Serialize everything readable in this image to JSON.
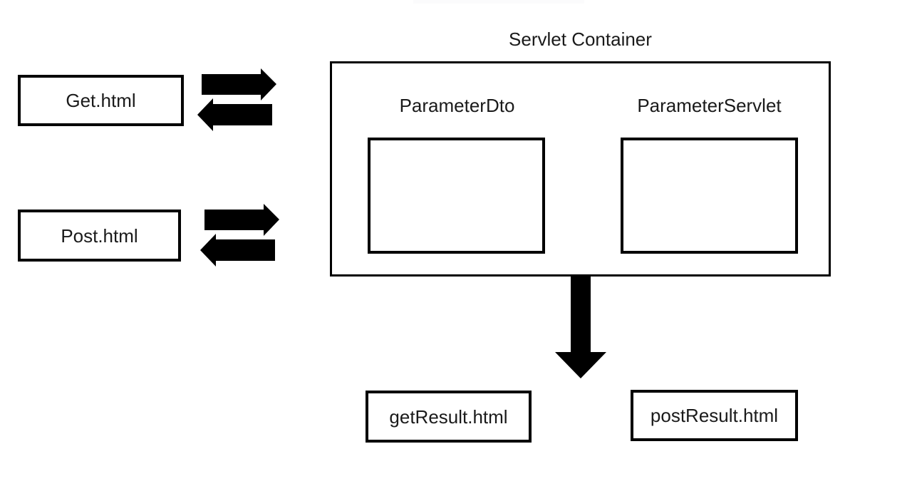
{
  "diagram": {
    "title": "Servlet Container",
    "background_color": "#ffffff",
    "stroke_color": "#000000",
    "text_color": "#1a1a1a",
    "client_pages": [
      {
        "id": "get-html",
        "label": "Get.html"
      },
      {
        "id": "post-html",
        "label": "Post.html"
      }
    ],
    "container": {
      "label": "Servlet Container",
      "components": [
        {
          "id": "parameter-dto",
          "label": "ParameterDto"
        },
        {
          "id": "parameter-servlet",
          "label": "ParameterServlet"
        }
      ]
    },
    "result_pages": [
      {
        "id": "get-result-html",
        "label": "getResult.html"
      },
      {
        "id": "post-result-html",
        "label": "postResult.html"
      }
    ],
    "connectors": [
      {
        "id": "get-request-arrow",
        "icon": "arrow-right-icon",
        "from": "get-html",
        "to": "servlet-container"
      },
      {
        "id": "get-response-arrow",
        "icon": "arrow-left-icon",
        "from": "servlet-container",
        "to": "get-html"
      },
      {
        "id": "post-request-arrow",
        "icon": "arrow-right-icon",
        "from": "post-html",
        "to": "servlet-container"
      },
      {
        "id": "post-response-arrow",
        "icon": "arrow-left-icon",
        "from": "servlet-container",
        "to": "post-html"
      },
      {
        "id": "container-output-arrow",
        "icon": "arrow-down-icon",
        "from": "servlet-container",
        "to": "result-pages"
      }
    ]
  }
}
